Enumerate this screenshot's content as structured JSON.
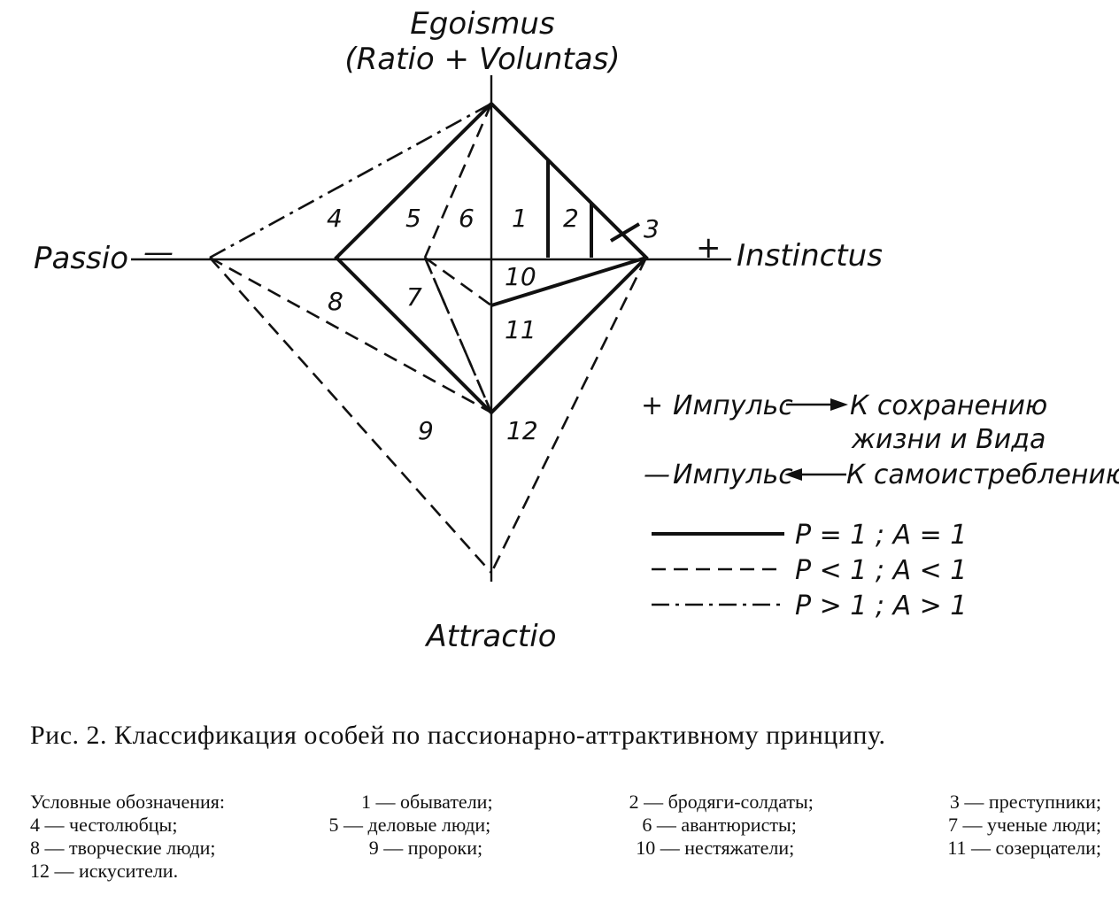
{
  "diagram": {
    "top_label": "Egoismus",
    "top_sublabel": "(Ratio + Voluntas)",
    "left_label": "Passio",
    "left_sign": "—",
    "right_sign": "+",
    "right_label": "Instinctus",
    "bottom_label": "Attractio",
    "regions": [
      "1",
      "2",
      "3",
      "4",
      "5",
      "6",
      "7",
      "8",
      "9",
      "10",
      "11",
      "12"
    ]
  },
  "legend": {
    "plus_sign": "+",
    "plus_impulse": "Импульс",
    "plus_target_line1": "К сохранению",
    "plus_target_line2": "жизни и Вида",
    "minus_sign": "—",
    "minus_impulse": "Импульс",
    "minus_target": "К самоистреблению",
    "solid_label": "P = 1 ; A = 1",
    "dashed_label": "P < 1 ; A < 1",
    "dashdot_label": "P > 1 ; A > 1"
  },
  "caption": {
    "main": "Рис. 2. Классификация особей по пассионарно-аттрактивному принципу.",
    "legend_rows": [
      [
        "Условные обозначения:",
        "1 — обыватели;",
        "2 — бродяги-солдаты;",
        "3 — преступники;"
      ],
      [
        "4 — честолюбцы;",
        "5 — деловые люди;",
        "6 — авантюристы;",
        "7 — ученые люди;"
      ],
      [
        "8 — творческие люди;",
        "9 — пророки;",
        "10 — нестяжатели;",
        "11 — созерцатели;"
      ],
      [
        "12 — искусители."
      ]
    ]
  }
}
